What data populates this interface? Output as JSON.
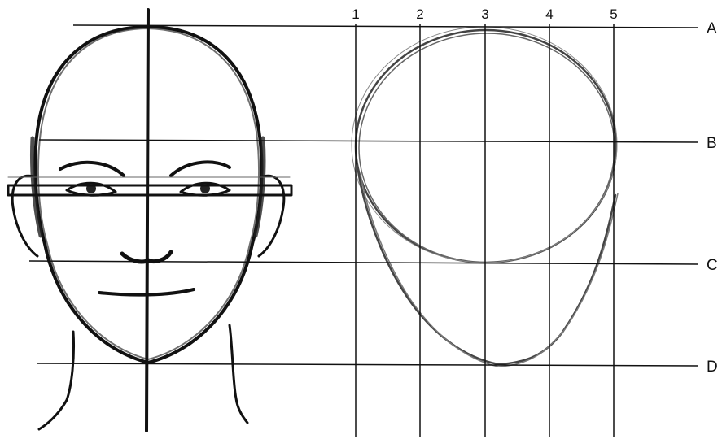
{
  "diagram": {
    "columns": [
      {
        "id": "col-1",
        "label": "1"
      },
      {
        "id": "col-2",
        "label": "2"
      },
      {
        "id": "col-3",
        "label": "3"
      },
      {
        "id": "col-4",
        "label": "4"
      },
      {
        "id": "col-5",
        "label": "5"
      }
    ],
    "rows": [
      {
        "id": "row-a",
        "label": "A"
      },
      {
        "id": "row-b",
        "label": "B"
      },
      {
        "id": "row-c",
        "label": "C"
      },
      {
        "id": "row-d",
        "label": "D"
      }
    ],
    "colors": {
      "ink": "#111111",
      "pencil": "#555555",
      "paper": "#ffffff"
    }
  }
}
